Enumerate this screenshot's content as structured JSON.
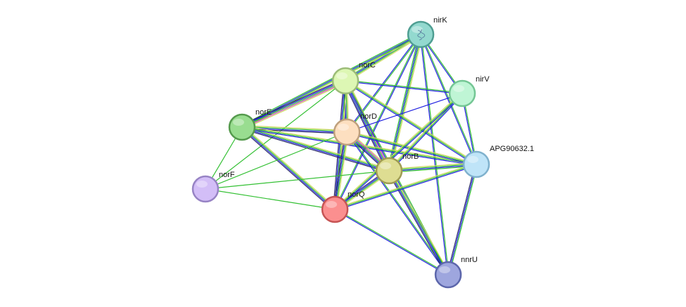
{
  "network": {
    "nodes": [
      {
        "id": "nirK",
        "label": "nirK",
        "fill": "#93d9cf",
        "stroke": "#4f9e92",
        "has_structure": true
      },
      {
        "id": "norC",
        "label": "norC",
        "fill": "#ddf7b4",
        "stroke": "#9cbc78"
      },
      {
        "id": "nirV",
        "label": "nirV",
        "fill": "#bff5d5",
        "stroke": "#74c694"
      },
      {
        "id": "norE",
        "label": "norE",
        "fill": "#99dd90",
        "stroke": "#559a4d"
      },
      {
        "id": "norD",
        "label": "norD",
        "fill": "#fddfc0",
        "stroke": "#bfa07d"
      },
      {
        "id": "norB",
        "label": "norB",
        "fill": "#dedd92",
        "stroke": "#9f9c54"
      },
      {
        "id": "APG90632",
        "label": "APG90632.1",
        "fill": "#bfe4f8",
        "stroke": "#7fb1cd"
      },
      {
        "id": "norF",
        "label": "norF",
        "fill": "#d3bef7",
        "stroke": "#9783c4"
      },
      {
        "id": "norQ",
        "label": "norQ",
        "fill": "#fb8f8f",
        "stroke": "#c65454"
      },
      {
        "id": "nnrU",
        "label": "nnrU",
        "fill": "#9ea6de",
        "stroke": "#5c66ab"
      }
    ],
    "edge_colors": {
      "green": "#33c033",
      "blue": "#2020e0",
      "navy": "#2a2a6a",
      "yellow": "#cfd960",
      "magenta": "#d040c0",
      "dark": "#333355"
    },
    "edges": [
      {
        "a": "nirK",
        "b": "norC",
        "types": [
          "yellow",
          "green",
          "blue",
          "green"
        ]
      },
      {
        "a": "nirK",
        "b": "norE",
        "types": [
          "yellow",
          "green",
          "blue",
          "green"
        ]
      },
      {
        "a": "nirK",
        "b": "norD",
        "types": [
          "green",
          "blue"
        ]
      },
      {
        "a": "nirK",
        "b": "norB",
        "types": [
          "yellow",
          "green",
          "blue",
          "green"
        ]
      },
      {
        "a": "nirK",
        "b": "norQ",
        "types": [
          "blue",
          "green"
        ]
      },
      {
        "a": "nirK",
        "b": "nirV",
        "types": [
          "green",
          "blue"
        ]
      },
      {
        "a": "nirK",
        "b": "APG90632",
        "types": [
          "green",
          "blue"
        ]
      },
      {
        "a": "nirK",
        "b": "nnrU",
        "types": [
          "green",
          "blue"
        ]
      },
      {
        "a": "norC",
        "b": "norE",
        "types": [
          "yellow",
          "magenta",
          "green",
          "blue",
          "navy"
        ]
      },
      {
        "a": "norC",
        "b": "norD",
        "types": [
          "yellow",
          "green",
          "blue",
          "navy"
        ]
      },
      {
        "a": "norC",
        "b": "norB",
        "types": [
          "yellow",
          "magenta",
          "green",
          "blue",
          "navy"
        ]
      },
      {
        "a": "norC",
        "b": "norQ",
        "types": [
          "yellow",
          "green",
          "blue",
          "navy"
        ]
      },
      {
        "a": "norC",
        "b": "norF",
        "types": [
          "green"
        ]
      },
      {
        "a": "norC",
        "b": "nirV",
        "types": [
          "green",
          "blue"
        ]
      },
      {
        "a": "norC",
        "b": "APG90632",
        "types": [
          "yellow",
          "green",
          "blue"
        ]
      },
      {
        "a": "norC",
        "b": "nnrU",
        "types": [
          "green",
          "blue"
        ]
      },
      {
        "a": "norE",
        "b": "norD",
        "types": [
          "yellow",
          "green",
          "blue",
          "navy"
        ]
      },
      {
        "a": "norE",
        "b": "norB",
        "types": [
          "yellow",
          "green",
          "blue",
          "navy"
        ]
      },
      {
        "a": "norE",
        "b": "norQ",
        "types": [
          "yellow",
          "green",
          "blue",
          "navy"
        ]
      },
      {
        "a": "norE",
        "b": "norF",
        "types": [
          "green"
        ]
      },
      {
        "a": "norE",
        "b": "APG90632",
        "types": [
          "yellow",
          "green",
          "blue"
        ]
      },
      {
        "a": "norD",
        "b": "norB",
        "types": [
          "yellow",
          "magenta",
          "green",
          "blue",
          "navy"
        ]
      },
      {
        "a": "norD",
        "b": "norQ",
        "types": [
          "yellow",
          "green",
          "blue",
          "navy"
        ]
      },
      {
        "a": "norD",
        "b": "nirV",
        "types": [
          "blue"
        ]
      },
      {
        "a": "norD",
        "b": "APG90632",
        "types": [
          "yellow",
          "green",
          "blue"
        ]
      },
      {
        "a": "norD",
        "b": "norF",
        "types": [
          "green"
        ]
      },
      {
        "a": "norD",
        "b": "nnrU",
        "types": [
          "green",
          "blue"
        ]
      },
      {
        "a": "norB",
        "b": "norQ",
        "types": [
          "yellow",
          "green",
          "blue",
          "navy"
        ]
      },
      {
        "a": "norB",
        "b": "nirV",
        "types": [
          "yellow",
          "green",
          "blue"
        ]
      },
      {
        "a": "norB",
        "b": "APG90632",
        "types": [
          "yellow",
          "green",
          "blue",
          "green"
        ]
      },
      {
        "a": "norB",
        "b": "nnrU",
        "types": [
          "yellow",
          "green",
          "blue",
          "navy"
        ]
      },
      {
        "a": "norB",
        "b": "norF",
        "types": [
          "green"
        ]
      },
      {
        "a": "norQ",
        "b": "norF",
        "types": [
          "green"
        ]
      },
      {
        "a": "norQ",
        "b": "nirV",
        "types": [
          "yellow",
          "green",
          "blue"
        ]
      },
      {
        "a": "norQ",
        "b": "APG90632",
        "types": [
          "yellow",
          "green",
          "blue"
        ]
      },
      {
        "a": "norQ",
        "b": "nnrU",
        "types": [
          "green",
          "blue"
        ]
      },
      {
        "a": "nirV",
        "b": "APG90632",
        "types": [
          "green",
          "blue"
        ]
      },
      {
        "a": "APG90632",
        "b": "nnrU",
        "types": [
          "green",
          "blue",
          "navy"
        ]
      }
    ]
  }
}
